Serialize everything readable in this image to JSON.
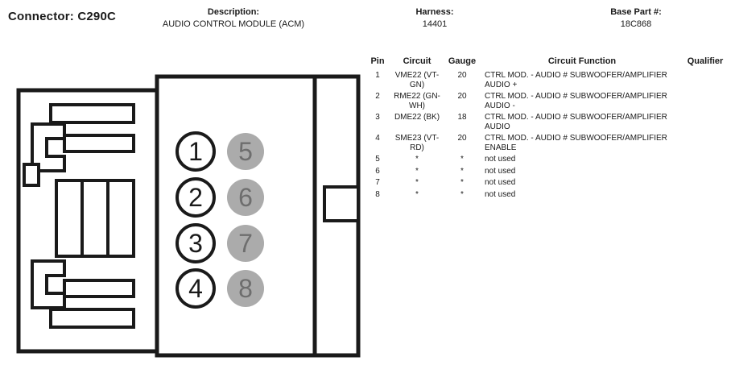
{
  "header": {
    "connector_label": "Connector: C290C",
    "description_label": "Description:",
    "description_value": "AUDIO CONTROL MODULE (ACM)",
    "harness_label": "Harness:",
    "harness_value": "14401",
    "base_part_label": "Base Part #:",
    "base_part_value": "18C868"
  },
  "colors": {
    "line": "#1a1a1a",
    "pin_filled": "#ababab",
    "pin_number_filled": "#6e6e6e",
    "pin_open_fill": "#ffffff"
  },
  "connector": {
    "pins": [
      {
        "label": "1",
        "style": "open"
      },
      {
        "label": "2",
        "style": "open"
      },
      {
        "label": "3",
        "style": "open"
      },
      {
        "label": "4",
        "style": "open"
      },
      {
        "label": "5",
        "style": "filled"
      },
      {
        "label": "6",
        "style": "filled"
      },
      {
        "label": "7",
        "style": "filled"
      },
      {
        "label": "8",
        "style": "filled"
      }
    ]
  },
  "table": {
    "headers": {
      "pin": "Pin",
      "circuit": "Circuit",
      "gauge": "Gauge",
      "function": "Circuit Function",
      "qualifier": "Qualifier"
    },
    "rows": [
      {
        "pin": "1",
        "circuit": "VME22 (VT-GN)",
        "gauge": "20",
        "function": "CTRL MOD. - AUDIO # SUBWOOFER/AMPLIFIER AUDIO +",
        "qualifier": ""
      },
      {
        "pin": "2",
        "circuit": "RME22 (GN-WH)",
        "gauge": "20",
        "function": "CTRL MOD. - AUDIO # SUBWOOFER/AMPLIFIER AUDIO -",
        "qualifier": ""
      },
      {
        "pin": "3",
        "circuit": "DME22 (BK)",
        "gauge": "18",
        "function": "CTRL MOD. - AUDIO # SUBWOOFER/AMPLIFIER AUDIO",
        "qualifier": ""
      },
      {
        "pin": "4",
        "circuit": "SME23 (VT-RD)",
        "gauge": "20",
        "function": "CTRL MOD. - AUDIO # SUBWOOFER/AMPLIFIER ENABLE",
        "qualifier": ""
      },
      {
        "pin": "5",
        "circuit": "*",
        "gauge": "*",
        "function": "not used",
        "qualifier": ""
      },
      {
        "pin": "6",
        "circuit": "*",
        "gauge": "*",
        "function": "not used",
        "qualifier": ""
      },
      {
        "pin": "7",
        "circuit": "*",
        "gauge": "*",
        "function": "not used",
        "qualifier": ""
      },
      {
        "pin": "8",
        "circuit": "*",
        "gauge": "*",
        "function": "not used",
        "qualifier": ""
      }
    ]
  }
}
